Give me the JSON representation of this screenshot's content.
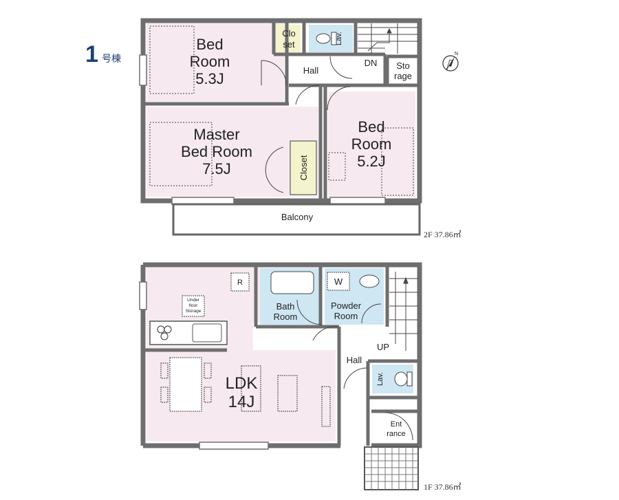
{
  "building": {
    "number": "1",
    "suffix": "号棟"
  },
  "compass": {
    "symbol": "N"
  },
  "floor2": {
    "area_label": "2F 37.86㎡",
    "bed_room_a": {
      "line1": "Bed",
      "line2": "Room",
      "line3": "5.3J"
    },
    "master": {
      "line1": "Master",
      "line2": "Bed Room",
      "line3": "7.5J"
    },
    "bed_room_b": {
      "line1": "Bed",
      "line2": "Room",
      "line3": "5.2J"
    },
    "closet_small": {
      "line1": "Clo",
      "line2": "set"
    },
    "lav": "Lav.",
    "hall": "Hall",
    "dn": "DN",
    "storage": {
      "line1": "Sto",
      "line2": "rage"
    },
    "closet": "Closet",
    "balcony": "Balcony"
  },
  "floor1": {
    "area_label": "1F 37.86㎡",
    "ldk": {
      "line1": "LDK",
      "line2": "14J"
    },
    "refrigerator": "R",
    "under_floor": {
      "line1": "Under",
      "line2": "floor",
      "line3": "Storage"
    },
    "bath": {
      "line1": "Bath",
      "line2": "Room"
    },
    "powder": {
      "line1": "Powder",
      "line2": "Room"
    },
    "washer": "W",
    "up": "UP",
    "hall": "Hall",
    "lav": "Lav.",
    "entrance": {
      "line1": "Ent",
      "line2": "rance"
    }
  },
  "colors": {
    "wall": "#6e6e6e",
    "bedroom_fill": "#f6eaf0",
    "wet_fill": "#cfe6f3",
    "closet_fill": "#f4f4cc",
    "building_number": "#1d3f73"
  }
}
